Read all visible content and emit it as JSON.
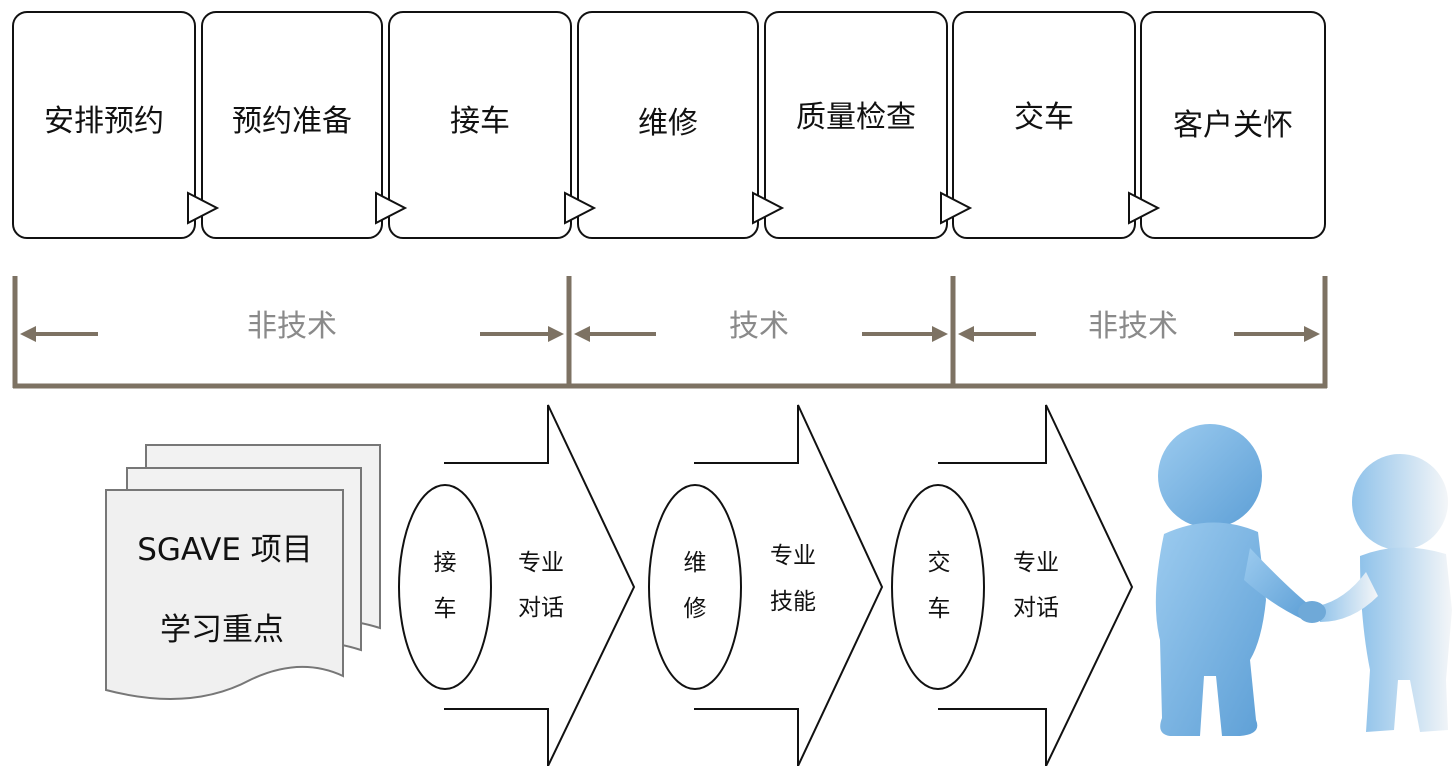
{
  "process_steps": [
    {
      "label": "安排预约"
    },
    {
      "label": "预约准备"
    },
    {
      "label": "接车"
    },
    {
      "label": "维修"
    },
    {
      "label": "质量检查"
    },
    {
      "label": "交车"
    },
    {
      "label": "客户关怀"
    }
  ],
  "phases": [
    {
      "label": "非技术"
    },
    {
      "label": "技术"
    },
    {
      "label": "非技术"
    }
  ],
  "document": {
    "line1": "SGAVE 项目",
    "line2": "学习重点"
  },
  "focus_arrows": [
    {
      "stage_line1": "接",
      "stage_line2": "车",
      "focus_line1": "专业",
      "focus_line2": "对话"
    },
    {
      "stage_line1": "维",
      "stage_line2": "修",
      "focus_line1": "专业",
      "focus_line2": "技能"
    },
    {
      "stage_line1": "交",
      "stage_line2": "车",
      "focus_line1": "专业",
      "focus_line2": "对话"
    }
  ],
  "colors": {
    "bracket": "#7d7263",
    "phase_text": "#8a8a8a",
    "doc_fill": "#f0f0f0",
    "figure_blue": "#7fb6e3"
  }
}
